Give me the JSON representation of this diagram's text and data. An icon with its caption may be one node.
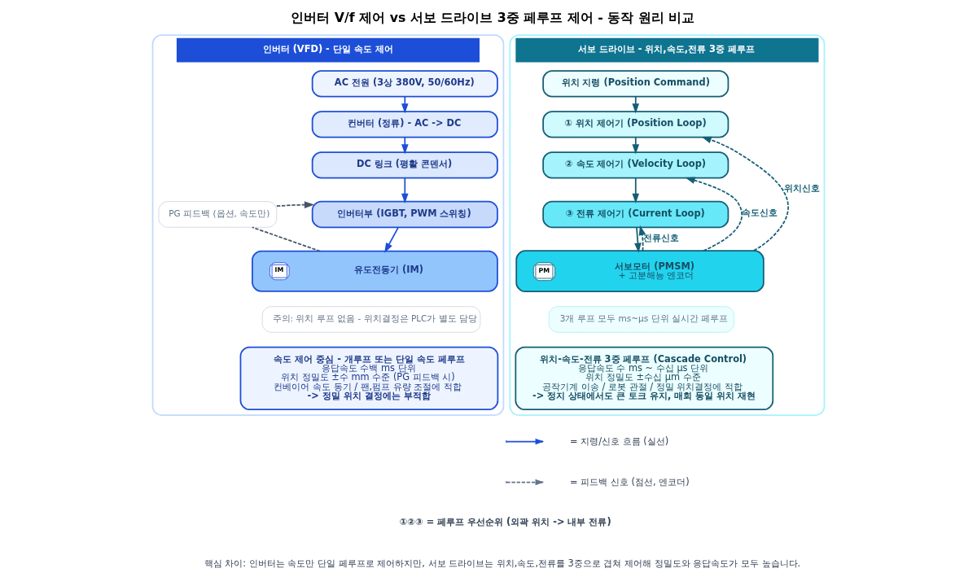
{
  "diagram": {
    "title": "인버터 V/f 제어 vs 서보 드라이브 3중 페루프 제어 - 동작 원리 비교",
    "nodes": [
      {
        "text": [
          "인버터 (VFD) - 단일 속도 제어"
        ]
      },
      {
        "text": [
          "AC 전원 (3상 380V, 50/60Hz)"
        ],
        "in": 0
      },
      {
        "text": [
          "컨버터 (정류) - AC -> DC"
        ],
        "in": 0
      },
      {
        "text": [
          "DC 링크 (평활 콘덴서)"
        ],
        "in": 0
      },
      {
        "text": [
          "인버터부 (IGBT, PWM 스위칭)"
        ],
        "in": 0
      },
      {
        "text": [
          "IM",
          "유도전동기 (IM)"
        ],
        "in": 0
      },
      {
        "text": [
          "PG 피드백 (옵션, 속도만)"
        ],
        "in": 0
      },
      {
        "text": [
          "주의: 위치 루프 없음 - 위치결정은 PLC가 별도 담당"
        ],
        "in": 0
      },
      {
        "text": [
          "속도 제어 중심 - 개루프 또는 단일 속도 페루프",
          "응답속도 수백 ms 단위",
          "위치 정밀도 ±수 mm 수준 (PG 피드백 시)",
          "컨베이어 속도 동기 / 팬,펌프 유량 조절에 적합",
          "-> 정밀 위치 결정에는 부적합"
        ],
        "in": 0
      },
      {
        "text": [
          "서보 드라이브 - 위치,속도,전류 3중 페루프"
        ]
      },
      {
        "text": [
          "위치 지령 (Position Command)"
        ],
        "in": 9
      },
      {
        "text": [
          "① 위치 제어기 (Position Loop)"
        ],
        "in": 9
      },
      {
        "text": [
          "② 속도 제어기 (Velocity Loop)"
        ],
        "in": 9
      },
      {
        "text": [
          "③ 전류 제어기 (Current Loop)"
        ],
        "in": 9
      },
      {
        "text": [
          "PM",
          "서보모터 (PMSM)",
          "+ 고분해능 엔코더"
        ],
        "in": 9
      },
      {
        "text": [
          "3개 루프 모두 ms~μs 단위 실시간 페루프"
        ],
        "in": 9
      },
      {
        "text": [
          "위치-속도-전류 3중 페루프 (Cascade Control)",
          "응답속도 수 ms ~ 수십 μs 단위",
          "위치 정밀도 ±수십 μm 수준",
          "공작기계 이송 / 로봇 관절 / 정밀 위치결정에 적합",
          "-> 정지 상태에서도 큰 토크 유지, 매회 동일 위치 재현"
        ],
        "in": 9
      }
    ],
    "edges": [
      {
        "from": 1,
        "to": 2,
        "arrow": "to",
        "color": "#1d4ed8"
      },
      {
        "from": 2,
        "to": 3,
        "arrow": "to",
        "color": "#1d4ed8"
      },
      {
        "from": 3,
        "to": 4,
        "arrow": "to",
        "color": "#1d4ed8"
      },
      {
        "from": 4,
        "to": 5,
        "arrow": "to",
        "color": "#1d4ed8"
      },
      {
        "from": 5,
        "to": 6,
        "arrow": "none",
        "style": "dashed",
        "color": "#475569"
      },
      {
        "from": 6,
        "to": 4,
        "arrow": "to",
        "style": "dashed",
        "color": "#475569"
      },
      {
        "from": 10,
        "to": 11,
        "arrow": "to",
        "color": "#155e75"
      },
      {
        "from": 11,
        "to": 12,
        "arrow": "to",
        "color": "#155e75"
      },
      {
        "from": 12,
        "to": 13,
        "arrow": "to",
        "color": "#155e75"
      },
      {
        "from": 13,
        "to": 14,
        "arrow": "to",
        "color": "#155e75"
      },
      {
        "from": 14,
        "to": 11,
        "arrow": "to",
        "style": "dashed",
        "color": "#155e75",
        "label": "위치신호"
      },
      {
        "from": 14,
        "to": 12,
        "arrow": "to",
        "style": "dashed",
        "color": "#155e75",
        "label": "속도신호"
      },
      {
        "from": 14,
        "to": 13,
        "arrow": "to",
        "style": "dashed",
        "color": "#155e75",
        "label": "전류신호"
      }
    ],
    "labels": [
      "①②③ = 페루프 우선순위 (외곽 위치 -> 내부 전류)",
      "핵심 차이: 인버터는 속도만 단일 페루프로 제어하지만, 서보 드라이브는 위치,속도,전류를 3중으로 겹쳐 제어해 정밀도와 응답속도가 모두 높습니다."
    ],
    "legend": [
      {
        "text": "= 지령/신호 흐름 (실선)"
      },
      {
        "text": "= 피드백 신호 (점선, 엔코더)"
      }
    ]
  }
}
